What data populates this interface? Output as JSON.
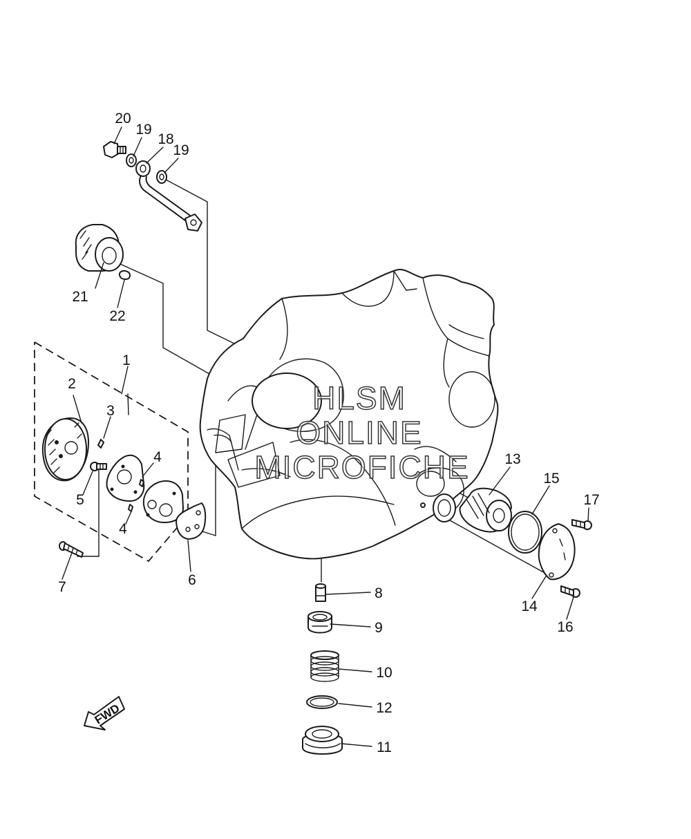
{
  "watermark": {
    "line1": "HLSM",
    "line2": "ONLINE",
    "line3": "MICROFICHE"
  },
  "direction_arrow": {
    "label": "FWD"
  },
  "callouts": [
    "1",
    "2",
    "3",
    "4",
    "4",
    "5",
    "6",
    "7",
    "8",
    "9",
    "10",
    "11",
    "12",
    "13",
    "14",
    "15",
    "16",
    "17",
    "18",
    "19",
    "19",
    "20",
    "21",
    "22"
  ]
}
